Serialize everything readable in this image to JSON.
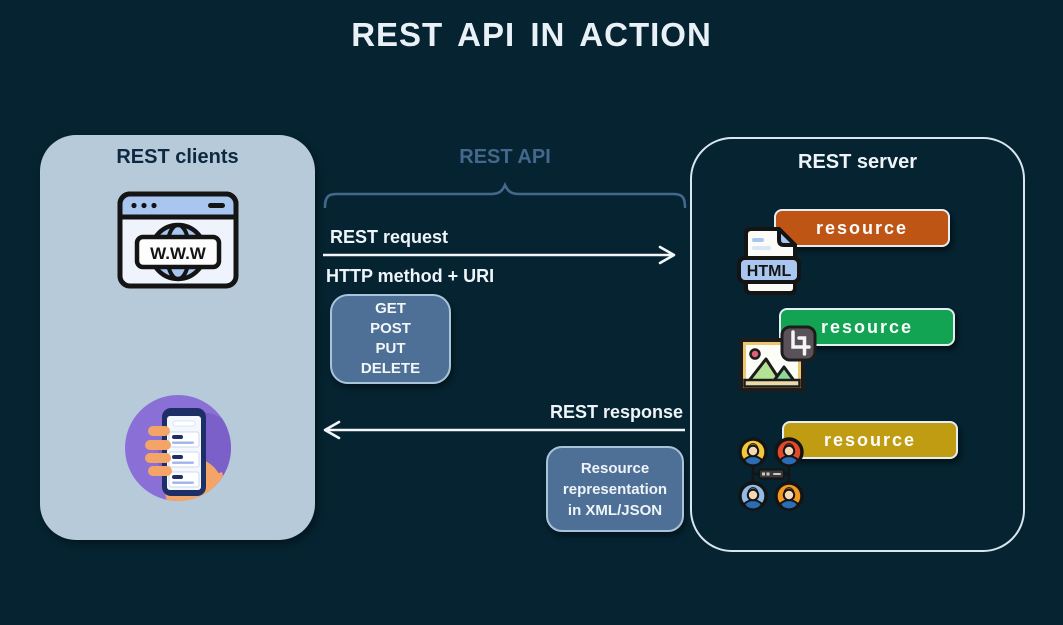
{
  "title": "REST API IN ACTION",
  "colors": {
    "background": "#052330",
    "title_text": "#e9f1f7",
    "client_box_fill": "#b7cad9",
    "client_box_text": "#0d2840",
    "api_accent": "#44688c",
    "steel_box_fill": "#4f7096",
    "steel_box_border": "#a9c4da",
    "server_box_border": "#d8e6ef",
    "arrow": "#f2f6f9",
    "resource_orange": "#bf5514",
    "resource_green": "#12a452",
    "resource_gold": "#bf9c12"
  },
  "clients": {
    "title": "REST clients",
    "browser_label": "W.W.W"
  },
  "api": {
    "label": "REST API",
    "request": {
      "label": "REST request",
      "subtitle": "HTTP method + URI",
      "methods": [
        "GET",
        "POST",
        "PUT",
        "DELETE"
      ]
    },
    "response": {
      "label": "REST response",
      "box_lines": [
        "Resource",
        "representation",
        "in XML/JSON"
      ]
    }
  },
  "server": {
    "title": "REST server",
    "html_icon_label": "HTML",
    "resources": [
      {
        "label": "resource",
        "color": "#bf5514"
      },
      {
        "label": "resource",
        "color": "#12a452"
      },
      {
        "label": "resource",
        "color": "#bf9c12"
      }
    ]
  }
}
